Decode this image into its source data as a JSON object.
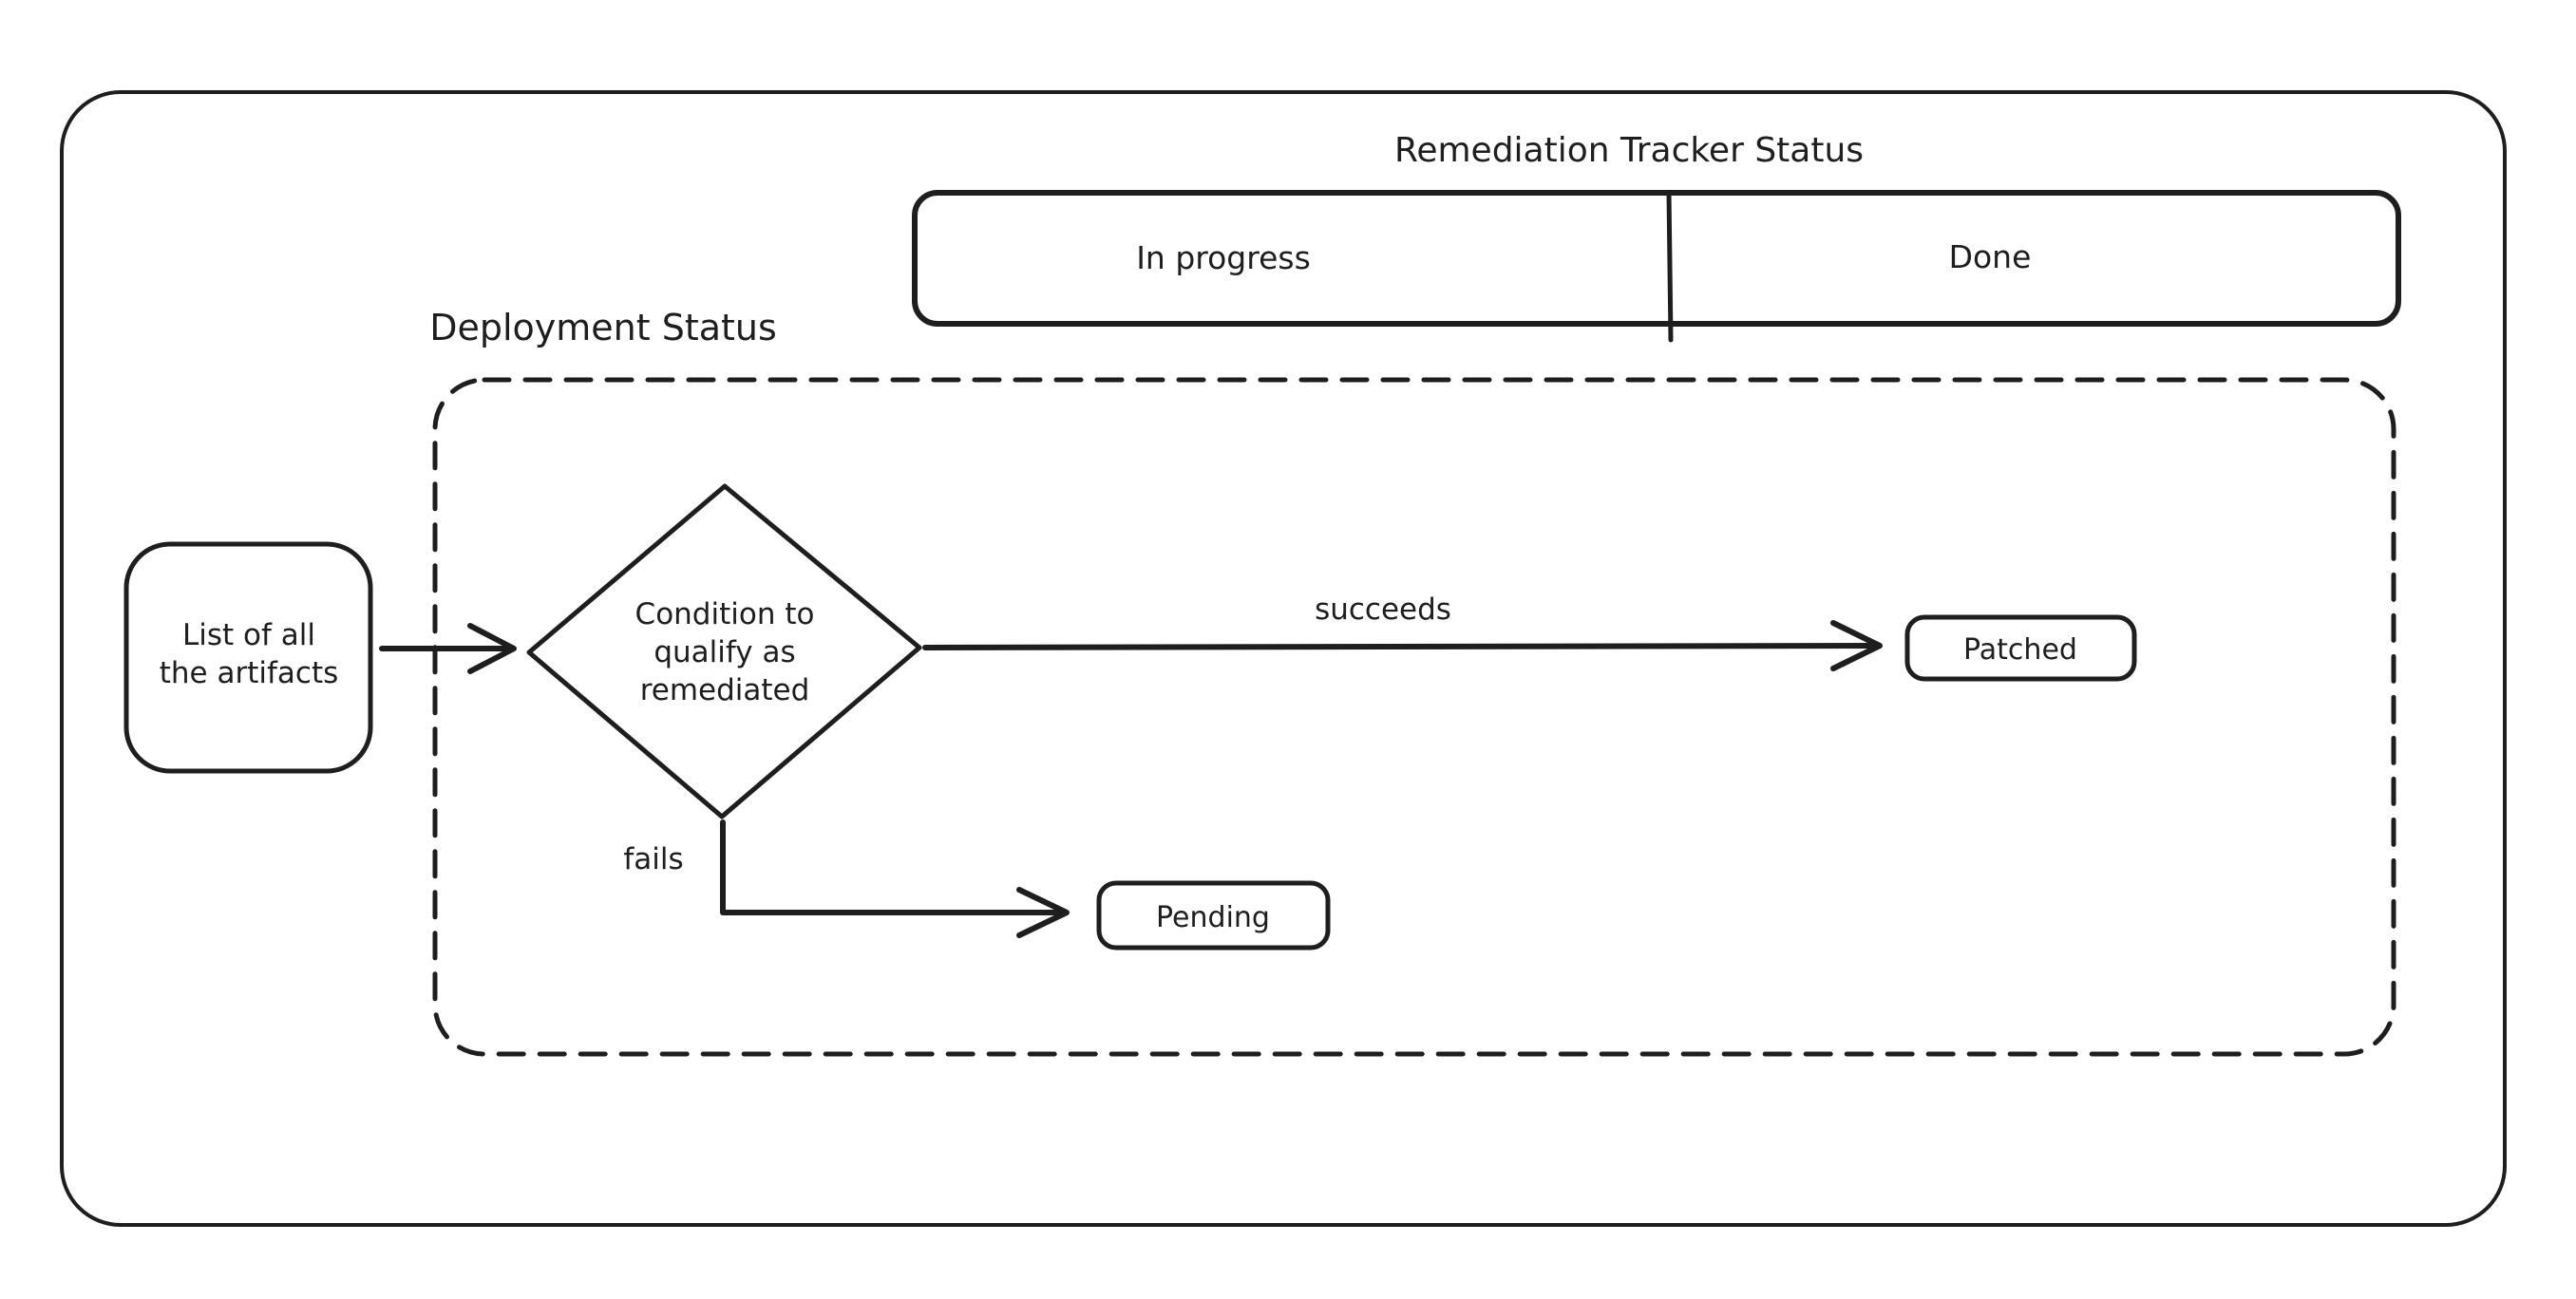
{
  "canvas": {
    "background": "#ffffff",
    "stroke_color": "#1e1e1e"
  },
  "tracker": {
    "title": "Remediation Tracker Status",
    "cells": {
      "in_progress": "In progress",
      "done": "Done"
    }
  },
  "deployment": {
    "label": "Deployment Status",
    "artifacts_node": {
      "line1": "List of all",
      "line2": "the artifacts"
    },
    "condition_node": {
      "line1": "Condition to",
      "line2": "qualify as",
      "line3": "remediated"
    },
    "patched_node": {
      "label": "Patched"
    },
    "pending_node": {
      "label": "Pending"
    },
    "edges": {
      "succeeds_label": "succeeds",
      "fails_label": "fails"
    }
  }
}
